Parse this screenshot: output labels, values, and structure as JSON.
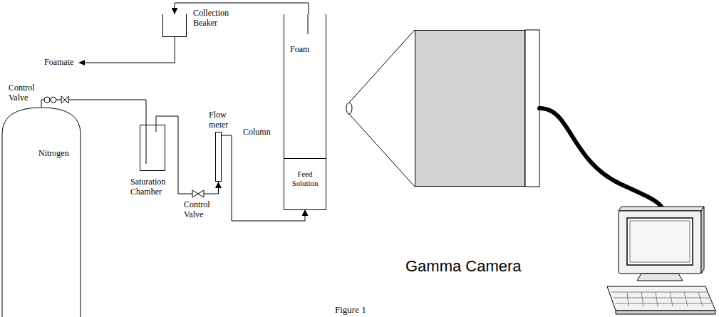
{
  "diagram": {
    "nodes": [
      {
        "text": [
          "Nitrogen"
        ]
      },
      {
        "text": [
          "Saturation Chamber"
        ]
      },
      {
        "text": [
          "Flow meter"
        ]
      },
      {
        "text": [
          "Column"
        ]
      },
      {
        "text": [
          "Foam"
        ],
        "in": 3
      },
      {
        "text": [
          "Feed Solution"
        ],
        "in": 3
      },
      {
        "text": [
          "Collection Beaker"
        ]
      },
      {
        "text": [
          "Gamma Camera"
        ]
      }
    ],
    "edges": [
      {
        "from": 0,
        "to": 1,
        "arrow": "none"
      },
      {
        "from": 1,
        "to": 2,
        "arrow": "to"
      },
      {
        "from": 2,
        "to": 5,
        "arrow": "to"
      },
      {
        "from": 4,
        "to": 6,
        "arrow": "to"
      }
    ],
    "labels": [
      "Control Valve",
      "Control Valve",
      "Foamate",
      "Figure 1"
    ]
  }
}
